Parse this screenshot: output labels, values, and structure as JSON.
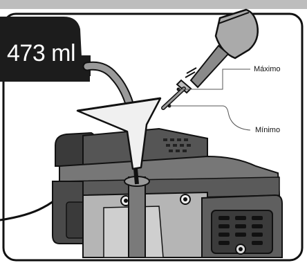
{
  "container": {
    "volume_label": "473 ml"
  },
  "dipstick": {
    "max_label": "Máximo",
    "min_label": "Mínimo"
  },
  "colors": {
    "outline": "#111111",
    "engine_dark": "#3a3a3a",
    "engine_mid": "#777777",
    "engine_light": "#b5b5b5",
    "funnel": "#f0f0f0",
    "oil_tube": "#9a9a9a",
    "label_box": "#1c1c1c",
    "label_text": "#ffffff"
  }
}
